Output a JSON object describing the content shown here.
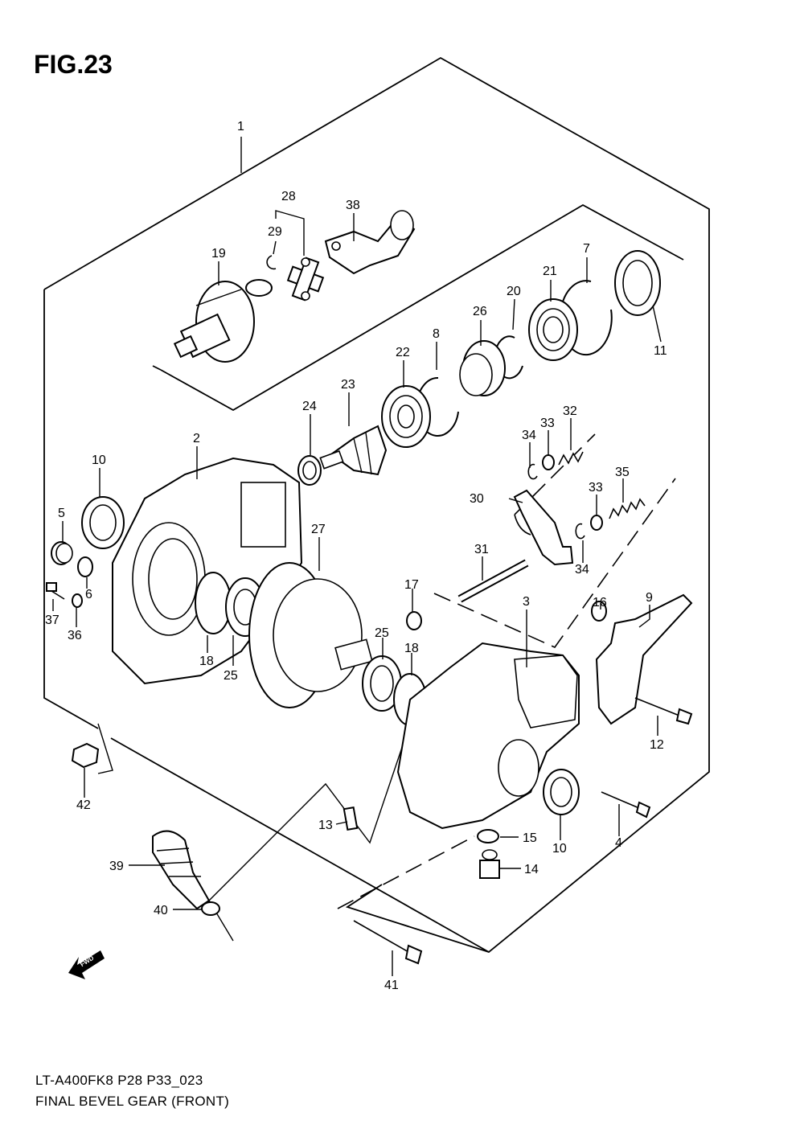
{
  "figure": {
    "title": "FIG.23",
    "model_code": "LT-A400FK8 P28 P33_023",
    "assembly_name": "FINAL BEVEL GEAR (FRONT)",
    "fwd_label": "FWD"
  },
  "callouts": [
    {
      "id": "c1",
      "text": "1"
    },
    {
      "id": "c2",
      "text": "2"
    },
    {
      "id": "c3",
      "text": "3"
    },
    {
      "id": "c4",
      "text": "4"
    },
    {
      "id": "c5",
      "text": "5"
    },
    {
      "id": "c6",
      "text": "6"
    },
    {
      "id": "c7",
      "text": "7"
    },
    {
      "id": "c8",
      "text": "8"
    },
    {
      "id": "c9",
      "text": "9"
    },
    {
      "id": "c10a",
      "text": "10"
    },
    {
      "id": "c10b",
      "text": "10"
    },
    {
      "id": "c11",
      "text": "11"
    },
    {
      "id": "c12",
      "text": "12"
    },
    {
      "id": "c13",
      "text": "13"
    },
    {
      "id": "c14",
      "text": "14"
    },
    {
      "id": "c15",
      "text": "15"
    },
    {
      "id": "c16",
      "text": "16"
    },
    {
      "id": "c17",
      "text": "17"
    },
    {
      "id": "c18a",
      "text": "18"
    },
    {
      "id": "c18b",
      "text": "18"
    },
    {
      "id": "c19",
      "text": "19"
    },
    {
      "id": "c20",
      "text": "20"
    },
    {
      "id": "c21",
      "text": "21"
    },
    {
      "id": "c22",
      "text": "22"
    },
    {
      "id": "c23",
      "text": "23"
    },
    {
      "id": "c24",
      "text": "24"
    },
    {
      "id": "c25a",
      "text": "25"
    },
    {
      "id": "c25b",
      "text": "25"
    },
    {
      "id": "c26",
      "text": "26"
    },
    {
      "id": "c27",
      "text": "27"
    },
    {
      "id": "c28",
      "text": "28"
    },
    {
      "id": "c29",
      "text": "29"
    },
    {
      "id": "c30",
      "text": "30"
    },
    {
      "id": "c31",
      "text": "31"
    },
    {
      "id": "c32",
      "text": "32"
    },
    {
      "id": "c33a",
      "text": "33"
    },
    {
      "id": "c33b",
      "text": "33"
    },
    {
      "id": "c34a",
      "text": "34"
    },
    {
      "id": "c34b",
      "text": "34"
    },
    {
      "id": "c35",
      "text": "35"
    },
    {
      "id": "c36",
      "text": "36"
    },
    {
      "id": "c37",
      "text": "37"
    },
    {
      "id": "c38",
      "text": "38"
    },
    {
      "id": "c39",
      "text": "39"
    },
    {
      "id": "c40",
      "text": "40"
    },
    {
      "id": "c41",
      "text": "41"
    },
    {
      "id": "c42",
      "text": "42"
    }
  ]
}
